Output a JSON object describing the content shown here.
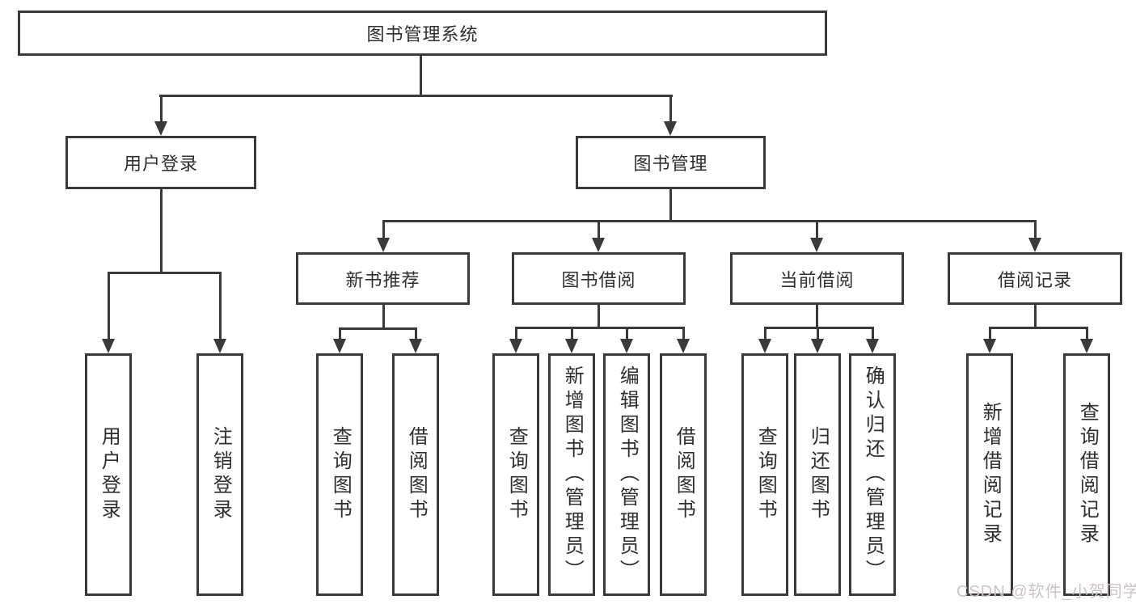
{
  "tree": {
    "root": {
      "label": "图书管理系统",
      "children": [
        {
          "label": "用户登录",
          "children": [
            {
              "label": "用户登录"
            },
            {
              "label": "注销登录"
            }
          ]
        },
        {
          "label": "图书管理",
          "children": [
            {
              "label": "新书推荐",
              "children": [
                {
                  "label": "查询图书"
                },
                {
                  "label": "借阅图书"
                }
              ]
            },
            {
              "label": "图书借阅",
              "children": [
                {
                  "label": "查询图书"
                },
                {
                  "label": "新增图书（管理员）"
                },
                {
                  "label": "编辑图书（管理员）"
                },
                {
                  "label": "借阅图书"
                }
              ]
            },
            {
              "label": "当前借阅",
              "children": [
                {
                  "label": "查询图书"
                },
                {
                  "label": "归还图书"
                },
                {
                  "label": "确认归还（管理员）"
                }
              ]
            },
            {
              "label": "借阅记录",
              "children": [
                {
                  "label": "新增借阅记录"
                },
                {
                  "label": "查询借阅记录"
                }
              ]
            }
          ]
        }
      ]
    }
  },
  "watermark": {
    "text": "CSDN @软件_小贺同学"
  },
  "colors": {
    "line": "#3a3a3a",
    "box_border": "#3a3a3a",
    "text": "#2e2e2e",
    "watermark": "#cdc4c4",
    "background": "#ffffff"
  }
}
